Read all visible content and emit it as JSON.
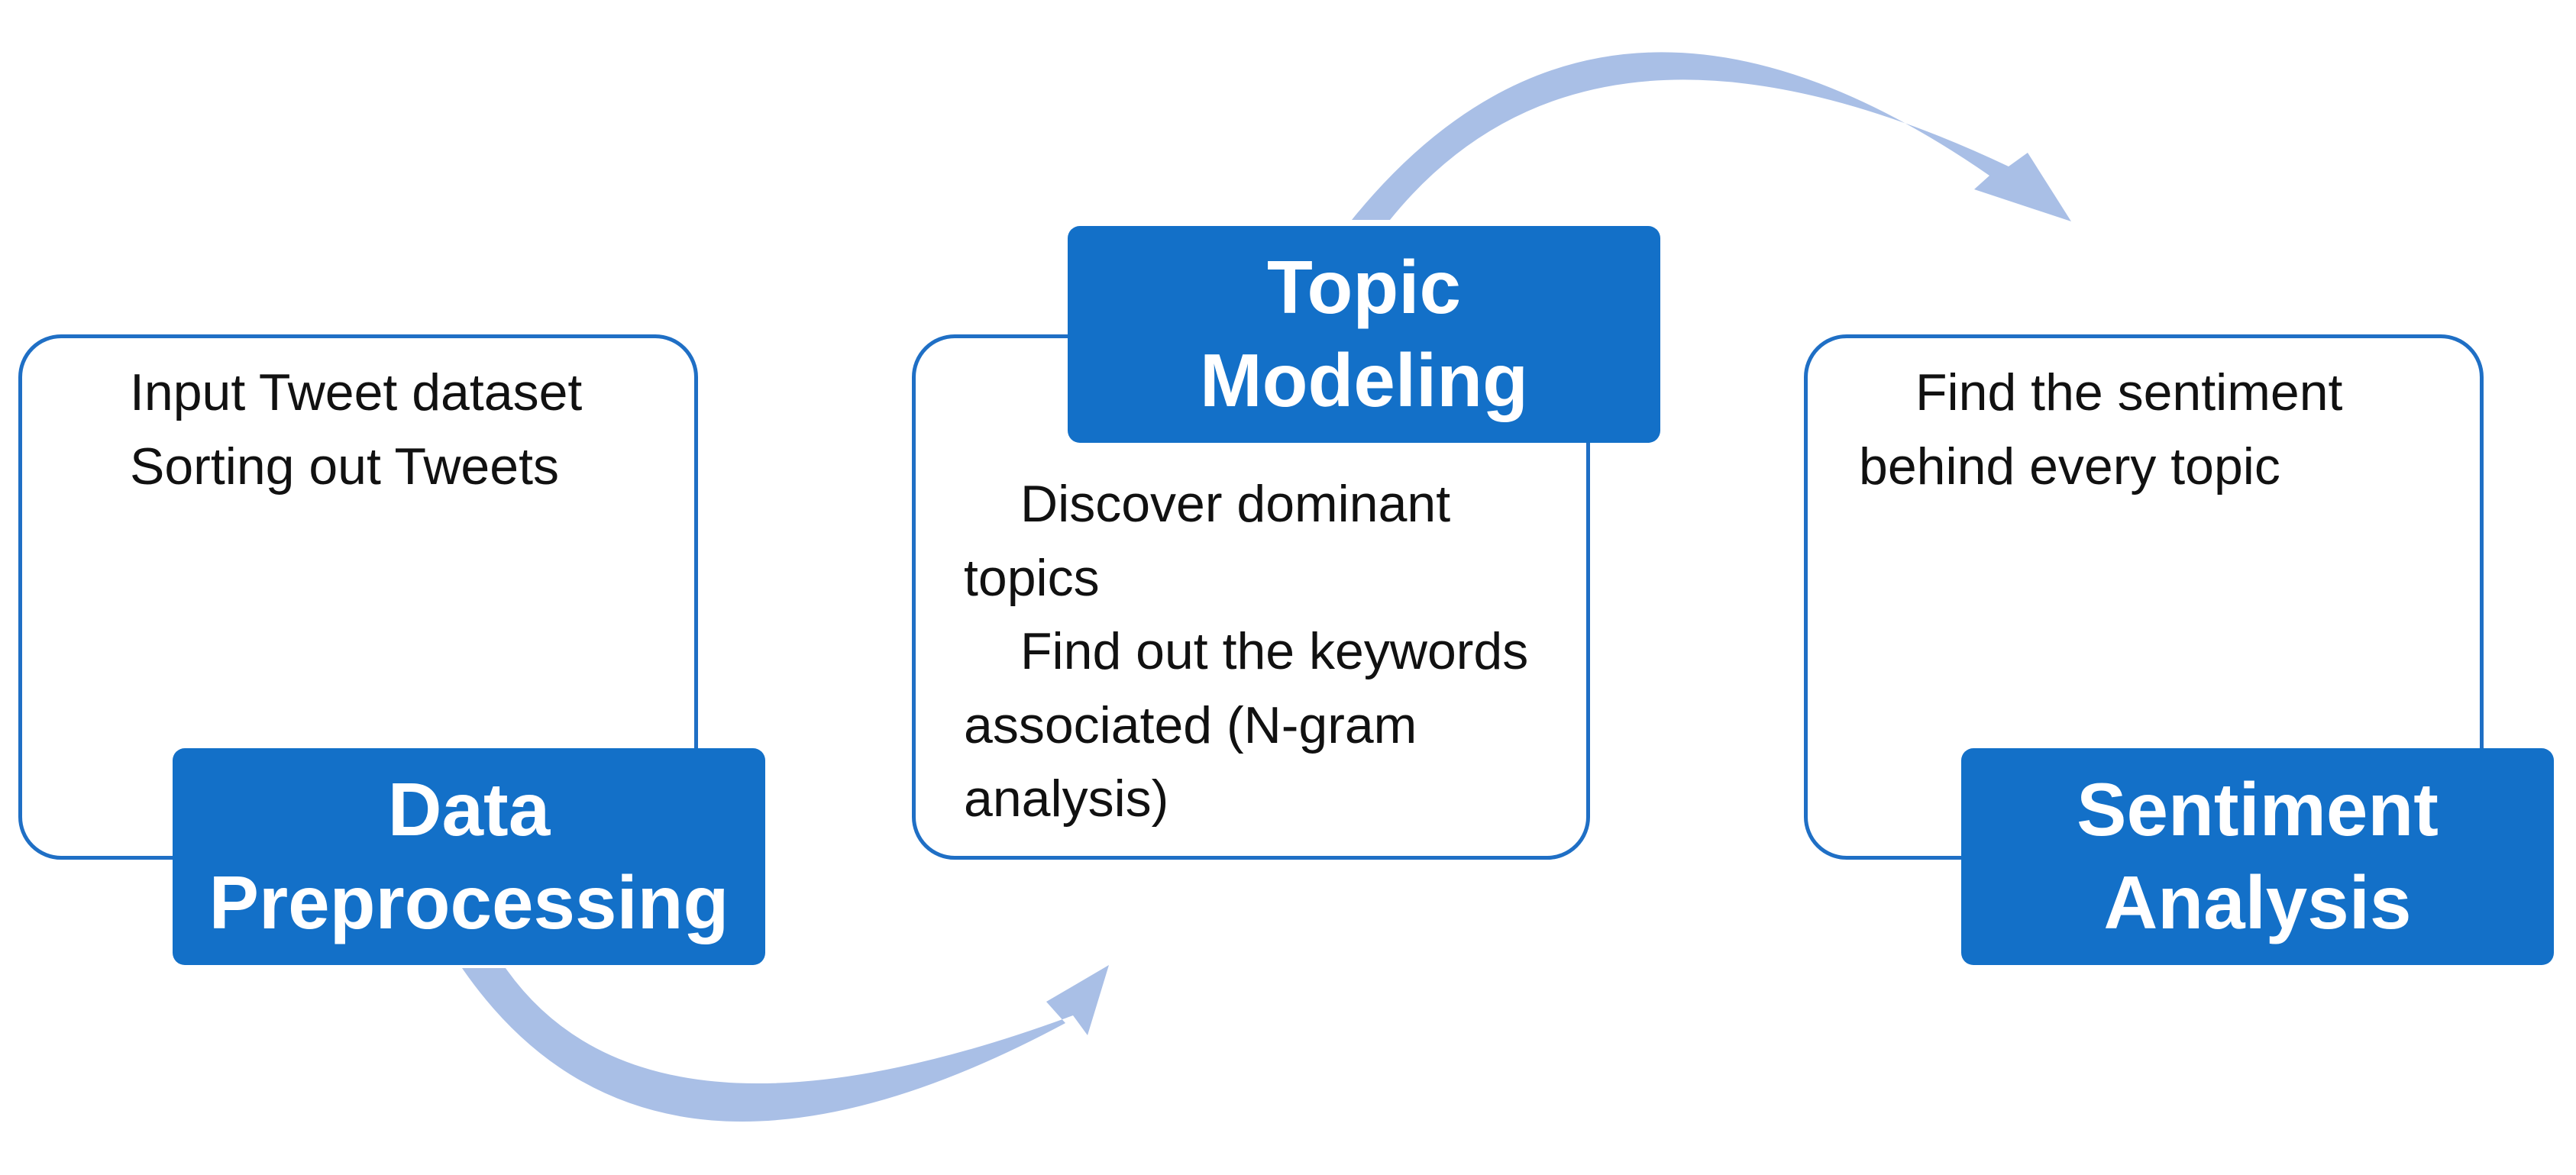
{
  "colors": {
    "title_fill": "#1370c8",
    "panel_border": "#1f6fc5",
    "arrow": "#a9bfe6",
    "text": "#111111",
    "title_text": "#ffffff"
  },
  "stages": [
    {
      "title_lines": [
        "Data",
        "Preprocessing"
      ],
      "items": [
        "Input Tweet dataset",
        "Sorting out Tweets"
      ]
    },
    {
      "title_lines": [
        "Topic",
        "Modeling"
      ],
      "items": [
        "Discover dominant topics",
        "Find out the keywords associated (N-gram analysis)"
      ]
    },
    {
      "title_lines": [
        "Sentiment",
        "Analysis"
      ],
      "items": [
        "Find the sentiment behind every topic"
      ]
    }
  ],
  "arrows": [
    {
      "from": "Data Preprocessing",
      "to": "Topic Modeling",
      "icon": "curved-arrow-icon"
    },
    {
      "from": "Topic Modeling",
      "to": "Sentiment Analysis",
      "icon": "curved-arrow-icon"
    }
  ]
}
